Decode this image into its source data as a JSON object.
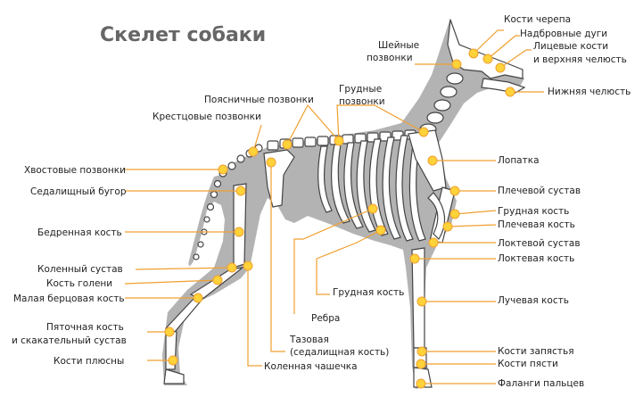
{
  "title": "Скелет собаки",
  "labels": {
    "skull": "Кости черепа",
    "brow": "Надбровные дуги",
    "face": [
      "Лицевые кости",
      "и верхняя челюсть"
    ],
    "jaw": "Нижняя челюсть",
    "neck": [
      "Шейные",
      "позвонки"
    ],
    "thoracic": [
      "Грудные",
      "позвонки"
    ],
    "lumbar": "Поясничные позвонки",
    "sacral": "Крестцовые позвонки",
    "tail": "Хвостовые позвонки",
    "ischial": "Седалищный бугор",
    "femur": "Бедренная кость",
    "knee": "Коленный сустав",
    "tibia": "Кость голени",
    "fibula": "Малая берцовая кость",
    "hock": [
      "Пяточная кость",
      "и скакательный сустав"
    ],
    "metatarsus": "Кости плюсны",
    "scapula": "Лопатка",
    "shoulder": "Плечевой сустав",
    "sternum": "Грудная кость",
    "humerus": "Плечевая кость",
    "elbow": "Локтевой сустав",
    "ulna": "Локтевая кость",
    "radius": "Лучевая кость",
    "carpus": "Кости запястья",
    "metacarpus": "Кости пясти",
    "phalanges": "Фаланги пальцев",
    "breastbone": "Грудная кость",
    "ribs": "Ребра",
    "pelvis": [
      "Тазовая",
      "(седалищная кость)"
    ],
    "patella": "Коленная чашечка"
  }
}
